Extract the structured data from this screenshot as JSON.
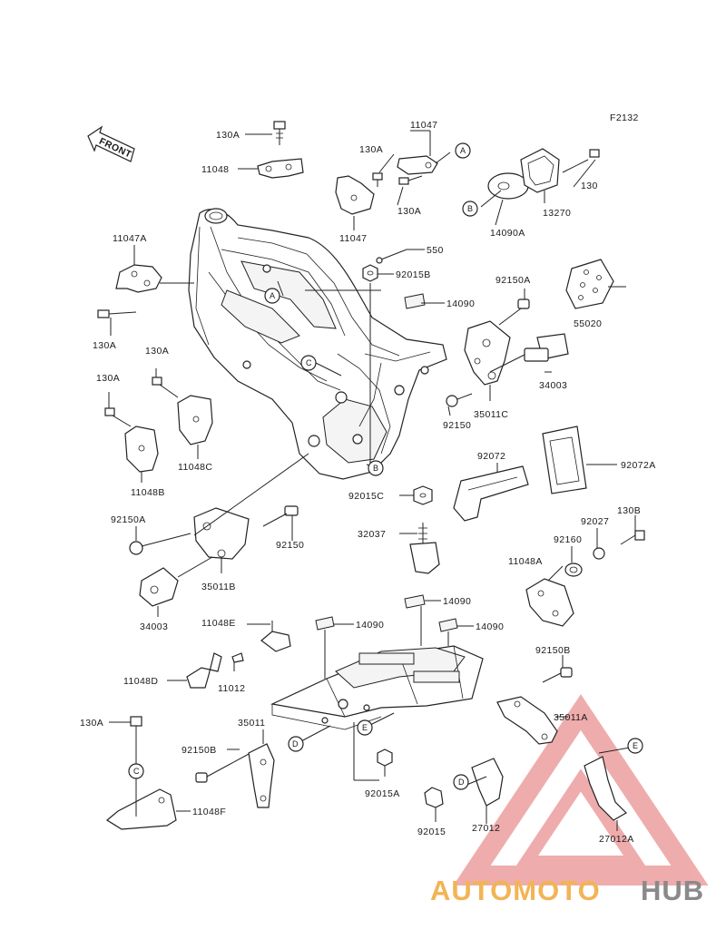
{
  "figure_code": "F2132",
  "front_label": "FRONT",
  "part_labels": {
    "p130A_top": "130A",
    "p11048": "11048",
    "p11047_top": "11047",
    "p130A_mid": "130A",
    "p130A_mid2": "130A",
    "p11047_low": "11047",
    "p130": "130",
    "p13270": "13270",
    "p14090A": "14090A",
    "p11047A": "11047A",
    "p130A_left": "130A",
    "p550": "550",
    "p92015B": "92015B",
    "p14090_a": "14090",
    "p92150A_r": "92150A",
    "p55020": "55020",
    "p130A_l2": "130A",
    "p130A_l3": "130A",
    "p34003_r": "34003",
    "p92150_r": "92150",
    "p35011C": "35011C",
    "p11048C": "11048C",
    "p11048B": "11048B",
    "p92072": "92072",
    "p92072A": "92072A",
    "p92015C": "92015C",
    "p92150A_l": "92150A",
    "p92150_l": "92150",
    "p32037": "32037",
    "p130B": "130B",
    "p92027": "92027",
    "p92160": "92160",
    "p11048A": "11048A",
    "p35011B": "35011B",
    "p34003_l": "34003",
    "p14090_b": "14090",
    "p14090_c": "14090",
    "p14090_d": "14090",
    "p11048E": "11048E",
    "p11012": "11012",
    "p11048D": "11048D",
    "p92150B_r": "92150B",
    "p35011A": "35011A",
    "p130A_bl": "130A",
    "p35011": "35011",
    "p92150B_l": "92150B",
    "p92015A": "92015A",
    "p11048F": "11048F",
    "p92015": "92015",
    "p27012": "27012",
    "p27012A": "27012A"
  },
  "callouts": {
    "A": "A",
    "B": "B",
    "C": "C",
    "D": "D",
    "E": "E"
  },
  "watermark": {
    "text_part1": "AUTOMOTO",
    "text_part2": "HUB",
    "color_part1": "#f2b455",
    "color_part2": "#8a8a8a",
    "triangle_color": "#e36a6a"
  }
}
